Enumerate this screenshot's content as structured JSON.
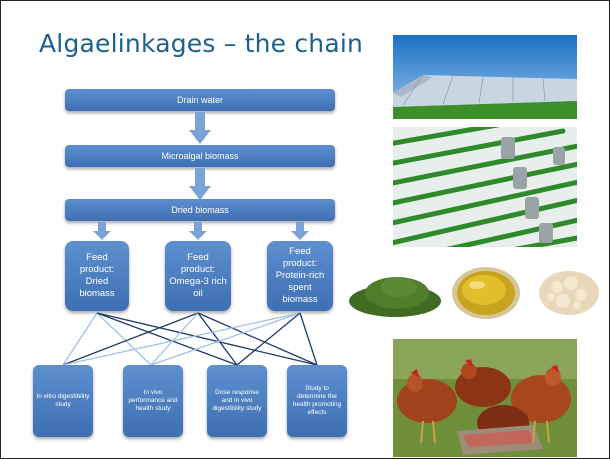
{
  "title": "Algaelinkages – the chain",
  "flow": {
    "stage1": "Drain water",
    "stage2": "Microalgal biomass",
    "stage3": "Dried biomass",
    "products": [
      "Feed product: Dried biomass",
      "Feed product: Omega-3 rich oil",
      "Feed product: Protein-rich spent biomass"
    ],
    "studies": [
      "In vitro digestibility study",
      "In vivo performance and health study",
      "Dose response and in vivo digestibility study",
      "Study to determine the health promoting effects"
    ]
  },
  "colors": {
    "title": "#1f5f8b",
    "box": "#4a7cbf",
    "arrow": "#7ba3d6",
    "link_dark": "#1f3a6b",
    "link_light": "#9fc1e8"
  },
  "photos": [
    "greenhouse-photo",
    "photobioreactor-tubes-photo",
    "algae-powder-photo",
    "omega-3-oil-photo",
    "protein-biomass-photo",
    "chickens-feeding-photo"
  ]
}
